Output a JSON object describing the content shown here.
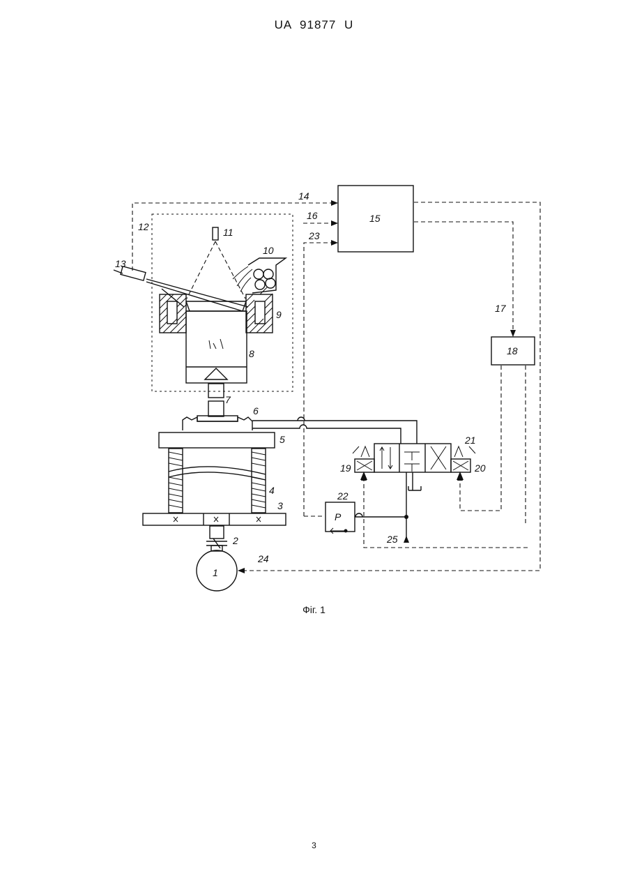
{
  "header": {
    "doc_number": "UA   91877   U"
  },
  "figure": {
    "caption": "Фіг. 1",
    "labels": {
      "l1": "1",
      "l2": "2",
      "l3": "3",
      "l4": "4",
      "l5": "5",
      "l6": "6",
      "l7": "7",
      "l8": "8",
      "l9": "9",
      "l10": "10",
      "l11": "11",
      "l12": "12",
      "l13": "13",
      "l14": "14",
      "l15": "15",
      "l16": "16",
      "l17": "17",
      "l18": "18",
      "l19": "19",
      "l20": "20",
      "l21": "21",
      "l22": "22",
      "l23": "23",
      "l24": "24",
      "l25": "25",
      "pressure": "P"
    }
  },
  "footer": {
    "page_number": "3"
  }
}
